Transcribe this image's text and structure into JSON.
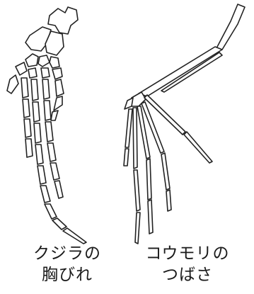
{
  "captions": {
    "whale_line1": "クジラの",
    "whale_line2": "胸びれ",
    "bat_line1": "コウモリの",
    "bat_line2": "つばさ"
  },
  "colors": {
    "line": "#222222",
    "background": "#ffffff"
  }
}
